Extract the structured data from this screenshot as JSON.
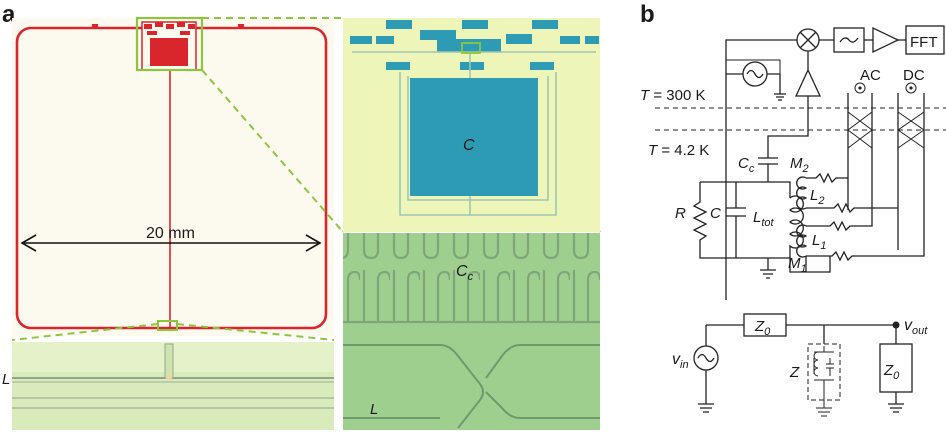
{
  "panel_a": {
    "letter": "a",
    "scale_label": "20 mm",
    "top_right_label": "C",
    "bottom_right_label_main": "C",
    "bottom_right_label_sub": "c",
    "bottom_left_label": "L",
    "bottom_right_label_L": "L"
  },
  "panel_b": {
    "letter": "b",
    "fft_label": "FFT",
    "ac_label": "AC",
    "dc_label": "DC",
    "t_300_T": "T",
    "t_300_rest": " = 300 K",
    "t_42_T": "T",
    "t_42_rest": " = 4.2 K",
    "cc_main": "C",
    "cc_sub": "c",
    "m2_main": "M",
    "m2_sub": "2",
    "l2_main": "L",
    "l2_sub": "2",
    "r_label": "R",
    "c_label": "C",
    "ltot_main": "L",
    "ltot_sub": "tot",
    "l1_main": "L",
    "l1_sub": "1",
    "m1_main": "M",
    "m1_sub": "1",
    "z0_top_main": "Z",
    "z0_top_sub": "0",
    "vout_main": "v",
    "vout_sub": "out",
    "vin_main": "v",
    "vin_sub": "in",
    "z_label": "Z",
    "z0_right_main": "Z",
    "z0_right_sub": "0"
  },
  "colors": {
    "chip_background": "#fcf9ef",
    "red_trace": "#d9262c",
    "dashed_green": "#8cc63f",
    "micro_yellow": "#eef5b8",
    "micro_blue": "#2e9bb5",
    "micro_green": "#9fcf8f"
  }
}
